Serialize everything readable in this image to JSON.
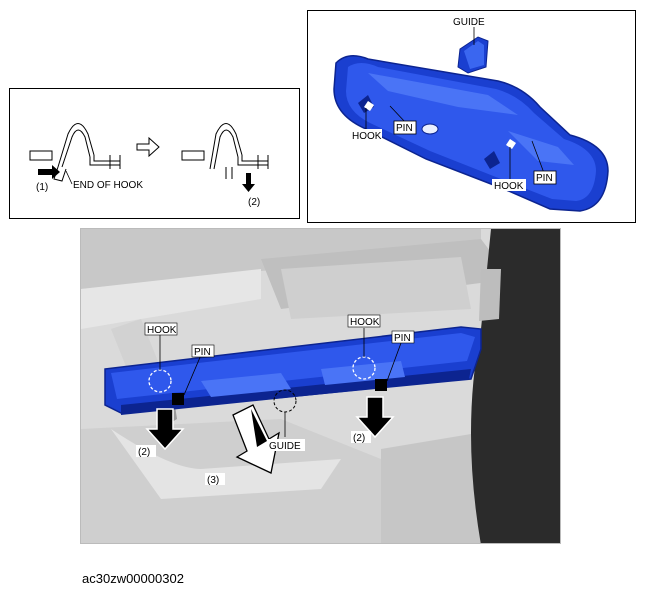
{
  "hook_detail": {
    "step1": "(1)",
    "end_of_hook": "END OF HOOK",
    "step2": "(2)"
  },
  "top_view": {
    "guide": "GUIDE",
    "hook_left": "HOOK",
    "pin_left": "PIN",
    "hook_right": "HOOK",
    "pin_right": "PIN"
  },
  "main_view": {
    "hook_left": "HOOK",
    "pin_left": "PIN",
    "hook_right": "HOOK",
    "pin_right": "PIN",
    "guide": "GUIDE",
    "step2_left": "(2)",
    "step3": "(3)",
    "step2_right": "(2)"
  },
  "figure_code": "ac30zw00000302",
  "colors": {
    "part_blue": "#1a3fd0",
    "part_blue_light": "#3a66f0",
    "part_blue_dark": "#0c2490",
    "dash_gray": "#e8e8e8",
    "dash_dark": "#b5b5b5"
  }
}
